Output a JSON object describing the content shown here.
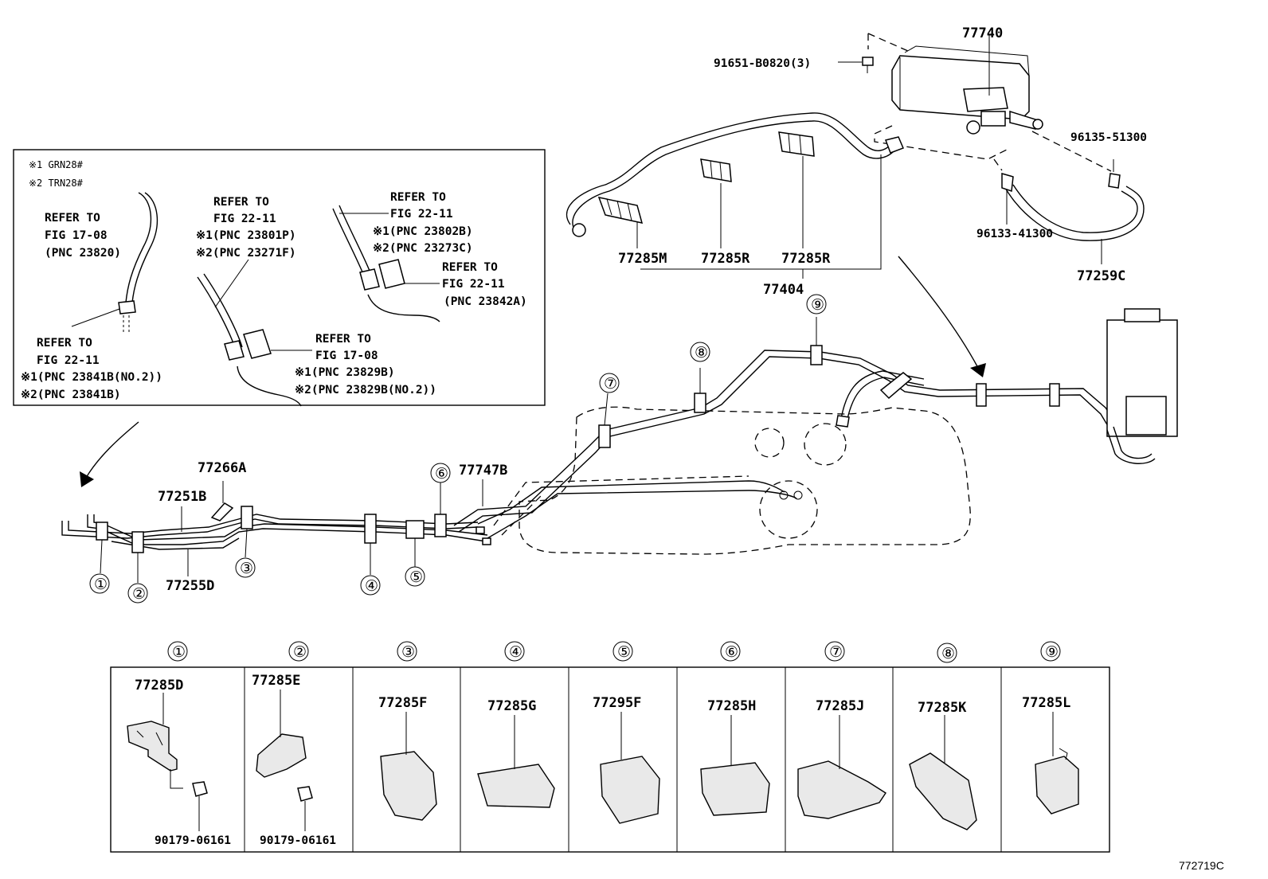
{
  "diagram_id": "772719C",
  "inset": {
    "notes": [
      "※1 GRN28#",
      "※2 TRN28#"
    ],
    "refs": [
      {
        "lines": [
          "REFER TO",
          "FIG 17-08",
          "(PNC 23820)"
        ]
      },
      {
        "lines": [
          "REFER TO",
          "FIG 22-11",
          "※1(PNC 23801P)",
          "※2(PNC 23271F)"
        ]
      },
      {
        "lines": [
          "REFER TO",
          "FIG 22-11",
          "※1(PNC 23802B)",
          "※2(PNC 23273C)"
        ]
      },
      {
        "lines": [
          "REFER TO",
          "FIG 22-11",
          "(PNC 23842A)"
        ]
      },
      {
        "lines": [
          "REFER TO",
          "FIG 17-08",
          "※1(PNC 23829B)",
          "※2(PNC 23829B(NO.2))"
        ]
      },
      {
        "lines": [
          "REFER TO",
          "FIG 22-11",
          "※1(PNC 23841B(NO.2))",
          "※2(PNC 23841B)"
        ]
      }
    ]
  },
  "parts": {
    "canister": "77740",
    "canister_bolt": "91651-B0820(3)",
    "clamp_a": "96135-51300",
    "clamp_b": "96133-41300",
    "hose": "77259C",
    "clamp_m": "77285M",
    "clamp_r1": "77285R",
    "clamp_r2": "77285R",
    "assy": "77404",
    "pipe_266a": "77266A",
    "pipe_251b": "77251B",
    "pipe_255d": "77255D",
    "pipe_747b": "77747B"
  },
  "callouts": [
    "①",
    "②",
    "③",
    "④",
    "⑤",
    "⑥",
    "⑦",
    "⑧",
    "⑨"
  ],
  "table": {
    "headers": [
      "①",
      "②",
      "③",
      "④",
      "⑤",
      "⑥",
      "⑦",
      "⑧",
      "⑨"
    ],
    "cells": [
      {
        "part": "77285D",
        "sub": "90179-06161"
      },
      {
        "part": "77285E",
        "sub": "90179-06161"
      },
      {
        "part": "77285F",
        "sub": ""
      },
      {
        "part": "77285G",
        "sub": ""
      },
      {
        "part": "77295F",
        "sub": ""
      },
      {
        "part": "77285H",
        "sub": ""
      },
      {
        "part": "77285J",
        "sub": ""
      },
      {
        "part": "77285K",
        "sub": ""
      },
      {
        "part": "77285L",
        "sub": ""
      }
    ]
  }
}
